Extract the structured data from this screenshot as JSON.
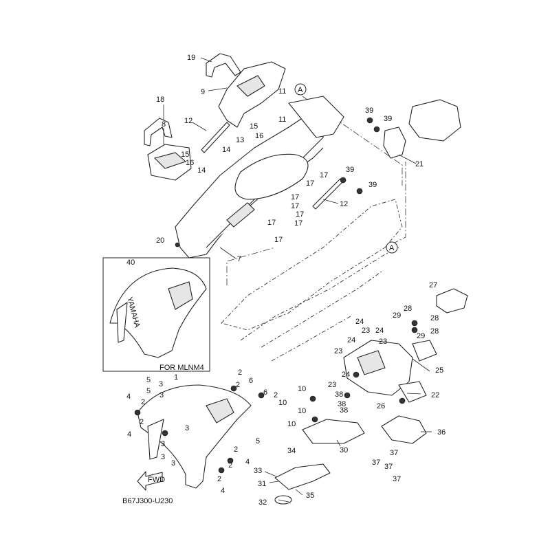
{
  "diagram_code": "B67J300-U230",
  "inset_label": "FOR MLNM4",
  "fwd_label": "FWD",
  "reference_mark": "A",
  "brand_text": "YAMAHA",
  "callouts": [
    "1",
    "2",
    "3",
    "4",
    "5",
    "6",
    "7",
    "8",
    "9",
    "10",
    "11",
    "12",
    "13",
    "14",
    "15",
    "16",
    "17",
    "18",
    "19",
    "20",
    "21",
    "22",
    "23",
    "24",
    "25",
    "26",
    "27",
    "28",
    "29",
    "30",
    "31",
    "32",
    "33",
    "34",
    "35",
    "36",
    "37",
    "38",
    "39",
    "40"
  ]
}
